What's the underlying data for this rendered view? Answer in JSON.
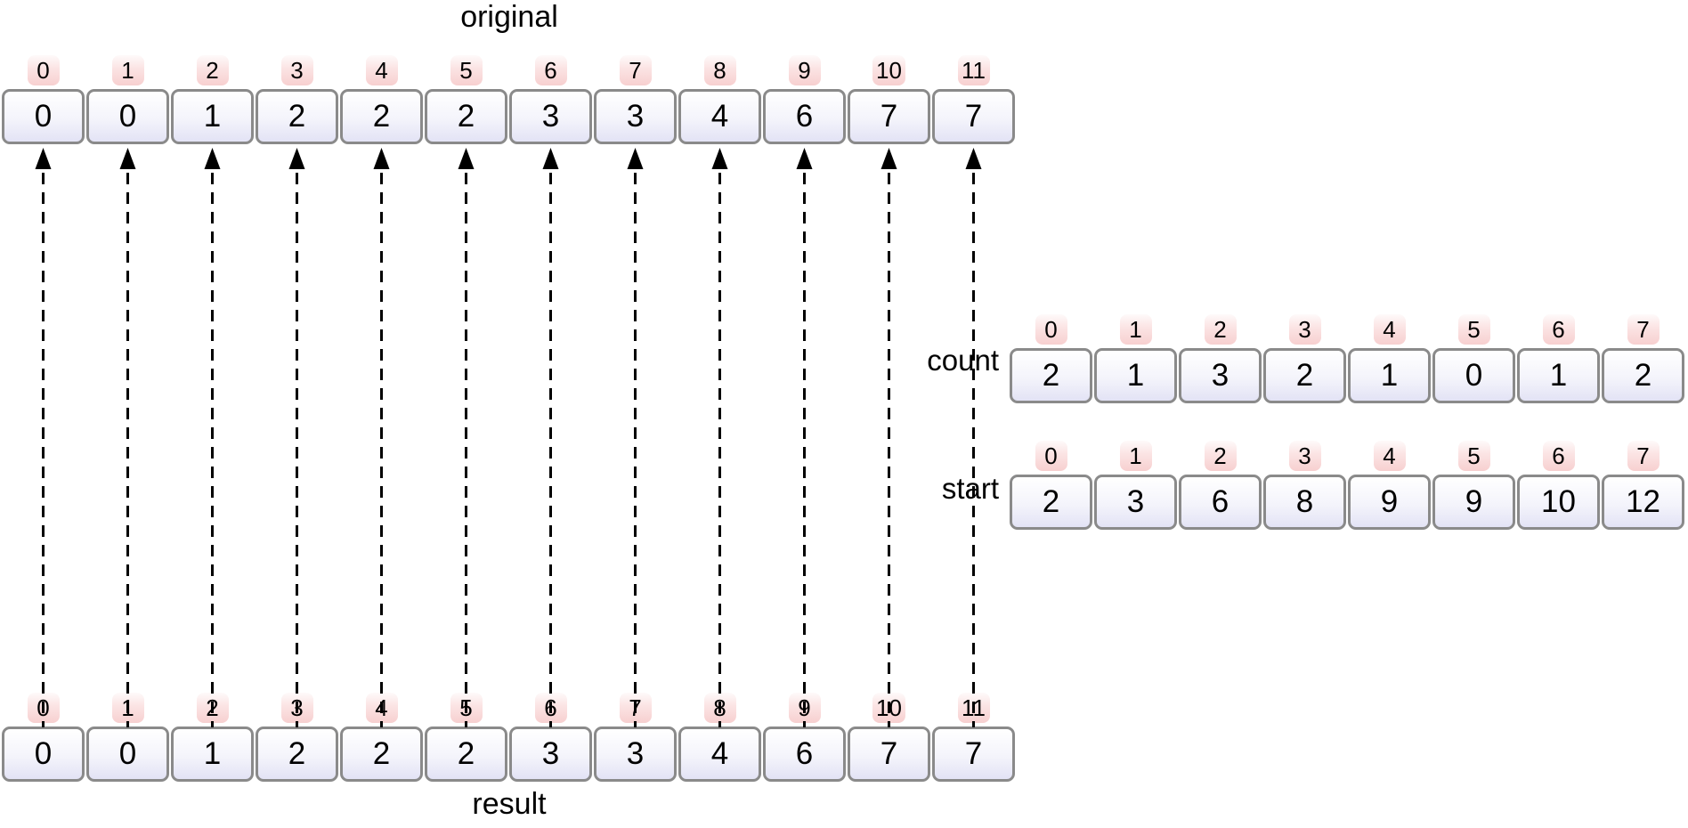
{
  "diagram": {
    "kind": "counting-sort-visualization",
    "colors": {
      "background": "#ffffff",
      "cell_border": "#8a8a8a",
      "cell_fill_top": "#ffffff",
      "cell_fill_bottom": "#e3e3f5",
      "index_badge_top": "#fefafa",
      "index_badge_bottom": "#f7d0d0",
      "arrow": "#000000",
      "text": "#000000"
    },
    "arrays": {
      "original": {
        "title": "original",
        "indices": [
          0,
          1,
          2,
          3,
          4,
          5,
          6,
          7,
          8,
          9,
          10,
          11
        ],
        "values": [
          0,
          0,
          1,
          2,
          2,
          2,
          3,
          3,
          4,
          6,
          7,
          7
        ]
      },
      "result": {
        "title": "result",
        "indices": [
          0,
          1,
          2,
          3,
          4,
          5,
          6,
          7,
          8,
          9,
          10,
          11
        ],
        "values": [
          0,
          0,
          1,
          2,
          2,
          2,
          3,
          3,
          4,
          6,
          7,
          7
        ]
      },
      "count": {
        "title": "count",
        "indices": [
          0,
          1,
          2,
          3,
          4,
          5,
          6,
          7
        ],
        "values": [
          2,
          1,
          3,
          2,
          1,
          0,
          1,
          2
        ]
      },
      "start": {
        "title": "start",
        "indices": [
          0,
          1,
          2,
          3,
          4,
          5,
          6,
          7
        ],
        "values": [
          2,
          3,
          6,
          8,
          9,
          9,
          10,
          12
        ]
      }
    },
    "arrows": {
      "count": 12,
      "style": "dashed",
      "direction": "up",
      "description": "one dashed arrow per element from result array up to original array"
    }
  }
}
